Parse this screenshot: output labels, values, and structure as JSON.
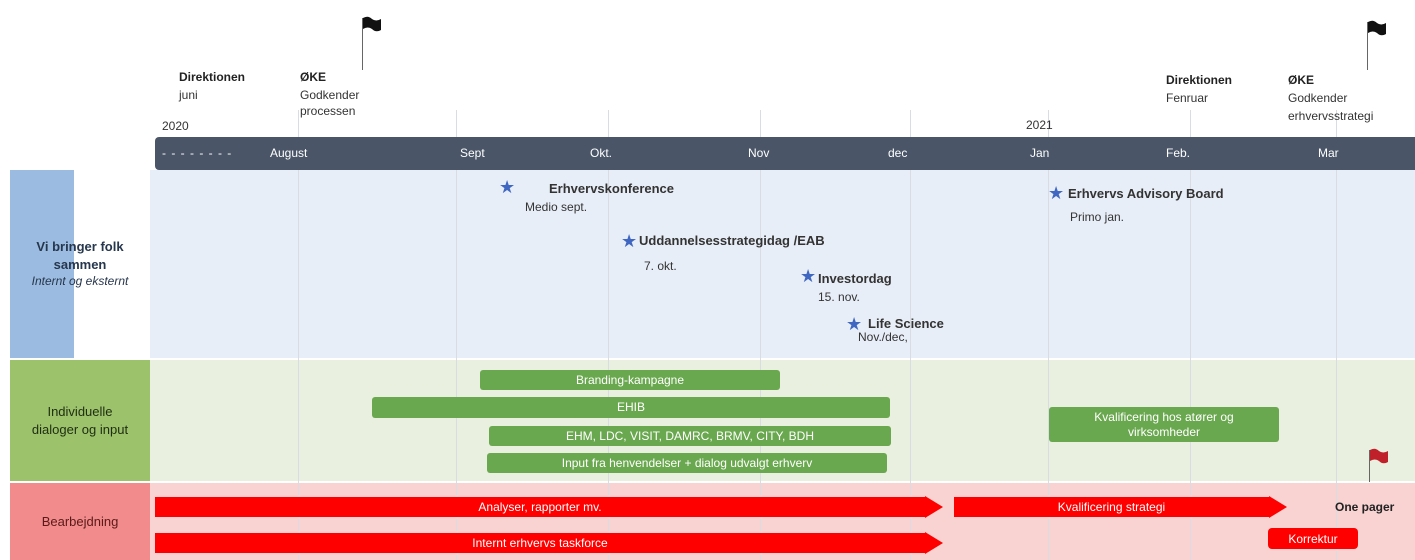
{
  "header": {
    "year_start": "2020",
    "year_end": "2021",
    "dashes": "- - - - - - - -",
    "months": [
      "August",
      "Sept",
      "Okt.",
      "Nov",
      "dec",
      "Jan",
      "Feb.",
      "Mar"
    ],
    "milestones": [
      {
        "title": "Direktionen",
        "lines": [
          "juni"
        ]
      },
      {
        "title": "ØKE",
        "lines": [
          "Godkender",
          "processen"
        ]
      },
      {
        "title": "Direktionen",
        "lines": [
          "Fenruar"
        ]
      },
      {
        "title": "ØKE",
        "lines": [
          "Godkender",
          "erhvervsstrategi"
        ]
      }
    ]
  },
  "rows": [
    {
      "label_lines": [
        "Vi bringer folk",
        "sammen"
      ],
      "label_italic": "Internt og eksternt"
    },
    {
      "label_lines": [
        "Individuelle",
        "dialoger og input"
      ]
    },
    {
      "label_lines": [
        "Bearbejdning"
      ]
    }
  ],
  "events": [
    {
      "title": "Erhvervskonference",
      "sub": "Medio sept."
    },
    {
      "title": "Uddannelsesstrategidag /EAB",
      "sub": "7. okt."
    },
    {
      "title": "Investordag",
      "sub": "15. nov."
    },
    {
      "title": "Life Science",
      "sub": "Nov./dec,"
    },
    {
      "title": "Erhvervs Advisory Board",
      "sub": "Primo jan."
    }
  ],
  "green_bars": [
    "Branding-kampagne",
    "EHIB",
    "EHM, LDC, VISIT, DAMRC, BRMV, CITY, BDH",
    "Input fra henvendelser + dialog udvalgt erhverv",
    "Kvalificering hos atører og virksomheder"
  ],
  "red_bars": [
    "Analyser, rapporter mv.",
    "Kvalificering strategi",
    "Internt erhvervs taskforce",
    "Korrektur"
  ],
  "one_pager": "One pager",
  "colors": {
    "month_bar": "#4a5668",
    "row1": "#e8eef7",
    "row2": "#e9f0df",
    "row3": "#f9d2d2",
    "star": "#3f67c2",
    "green_bar": "#6aa84f",
    "red_bar": "#ff0000",
    "red_flag": "#c0202a"
  }
}
